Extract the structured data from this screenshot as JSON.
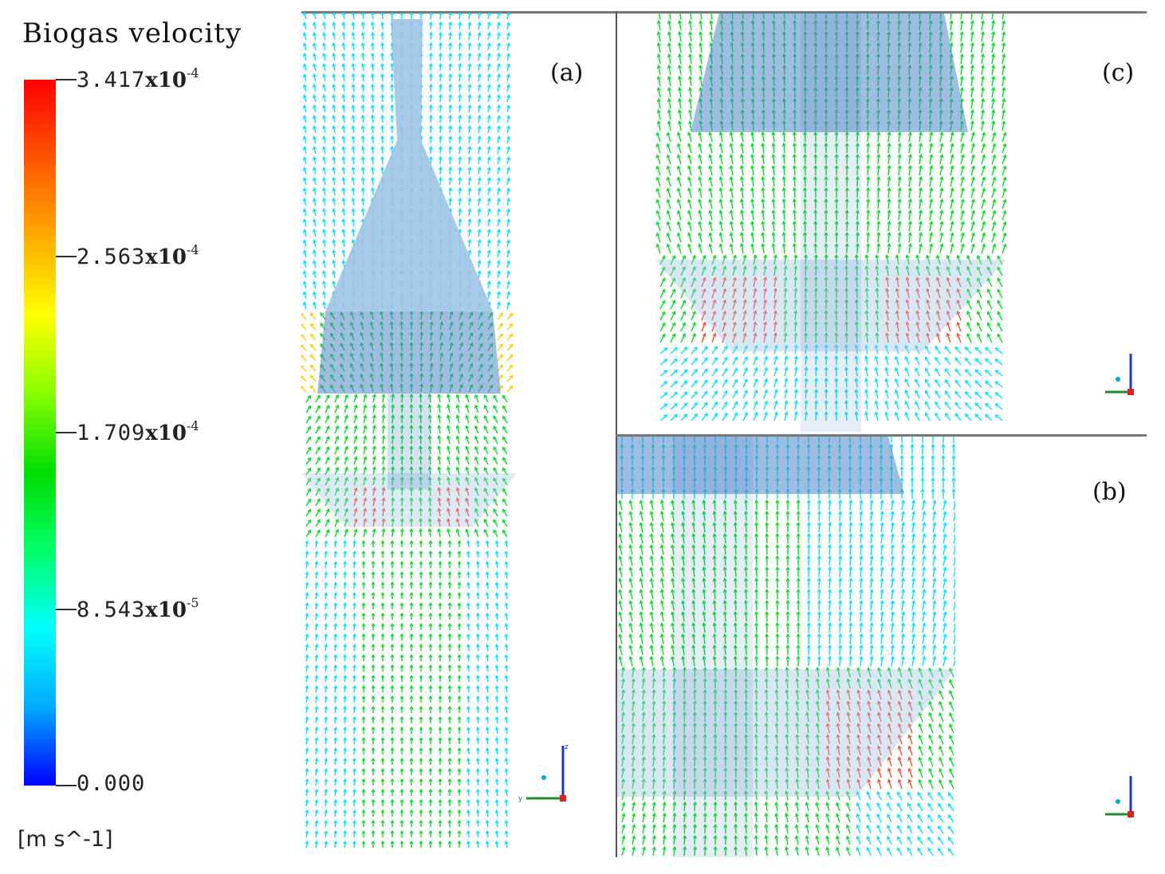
{
  "legend": {
    "title": "Biogas velocity",
    "units": "[m  s^-1]",
    "ticks": [
      {
        "mantissa": "3.417",
        "exp": "x10",
        "pow": "-4",
        "frac": 1.0
      },
      {
        "mantissa": "2.563",
        "exp": "x10",
        "pow": "-4",
        "frac": 0.75
      },
      {
        "mantissa": "1.709",
        "exp": "x10",
        "pow": "-4",
        "frac": 0.5
      },
      {
        "mantissa": "8.543",
        "exp": "x10",
        "pow": "-5",
        "frac": 0.25
      },
      {
        "mantissa": "0.000",
        "exp": "",
        "pow": "",
        "frac": 0.0
      }
    ],
    "colormap": [
      "#0000ff",
      "#00aaff",
      "#00ffff",
      "#00ff66",
      "#00dd00",
      "#88ff00",
      "#ffff00",
      "#ffaa00",
      "#ff5500",
      "#ff0000"
    ]
  },
  "panels": {
    "a": {
      "label": "(a)"
    },
    "b": {
      "label": "(b)"
    },
    "c": {
      "label": "(c)"
    }
  },
  "colors": {
    "arrow_low": "#00e0ff",
    "arrow_mid": "#00dd22",
    "arrow_high": "#ff4a2a",
    "solid": "#9fc3e6",
    "solid_dark": "#4f86c6",
    "frame": "#666666"
  }
}
